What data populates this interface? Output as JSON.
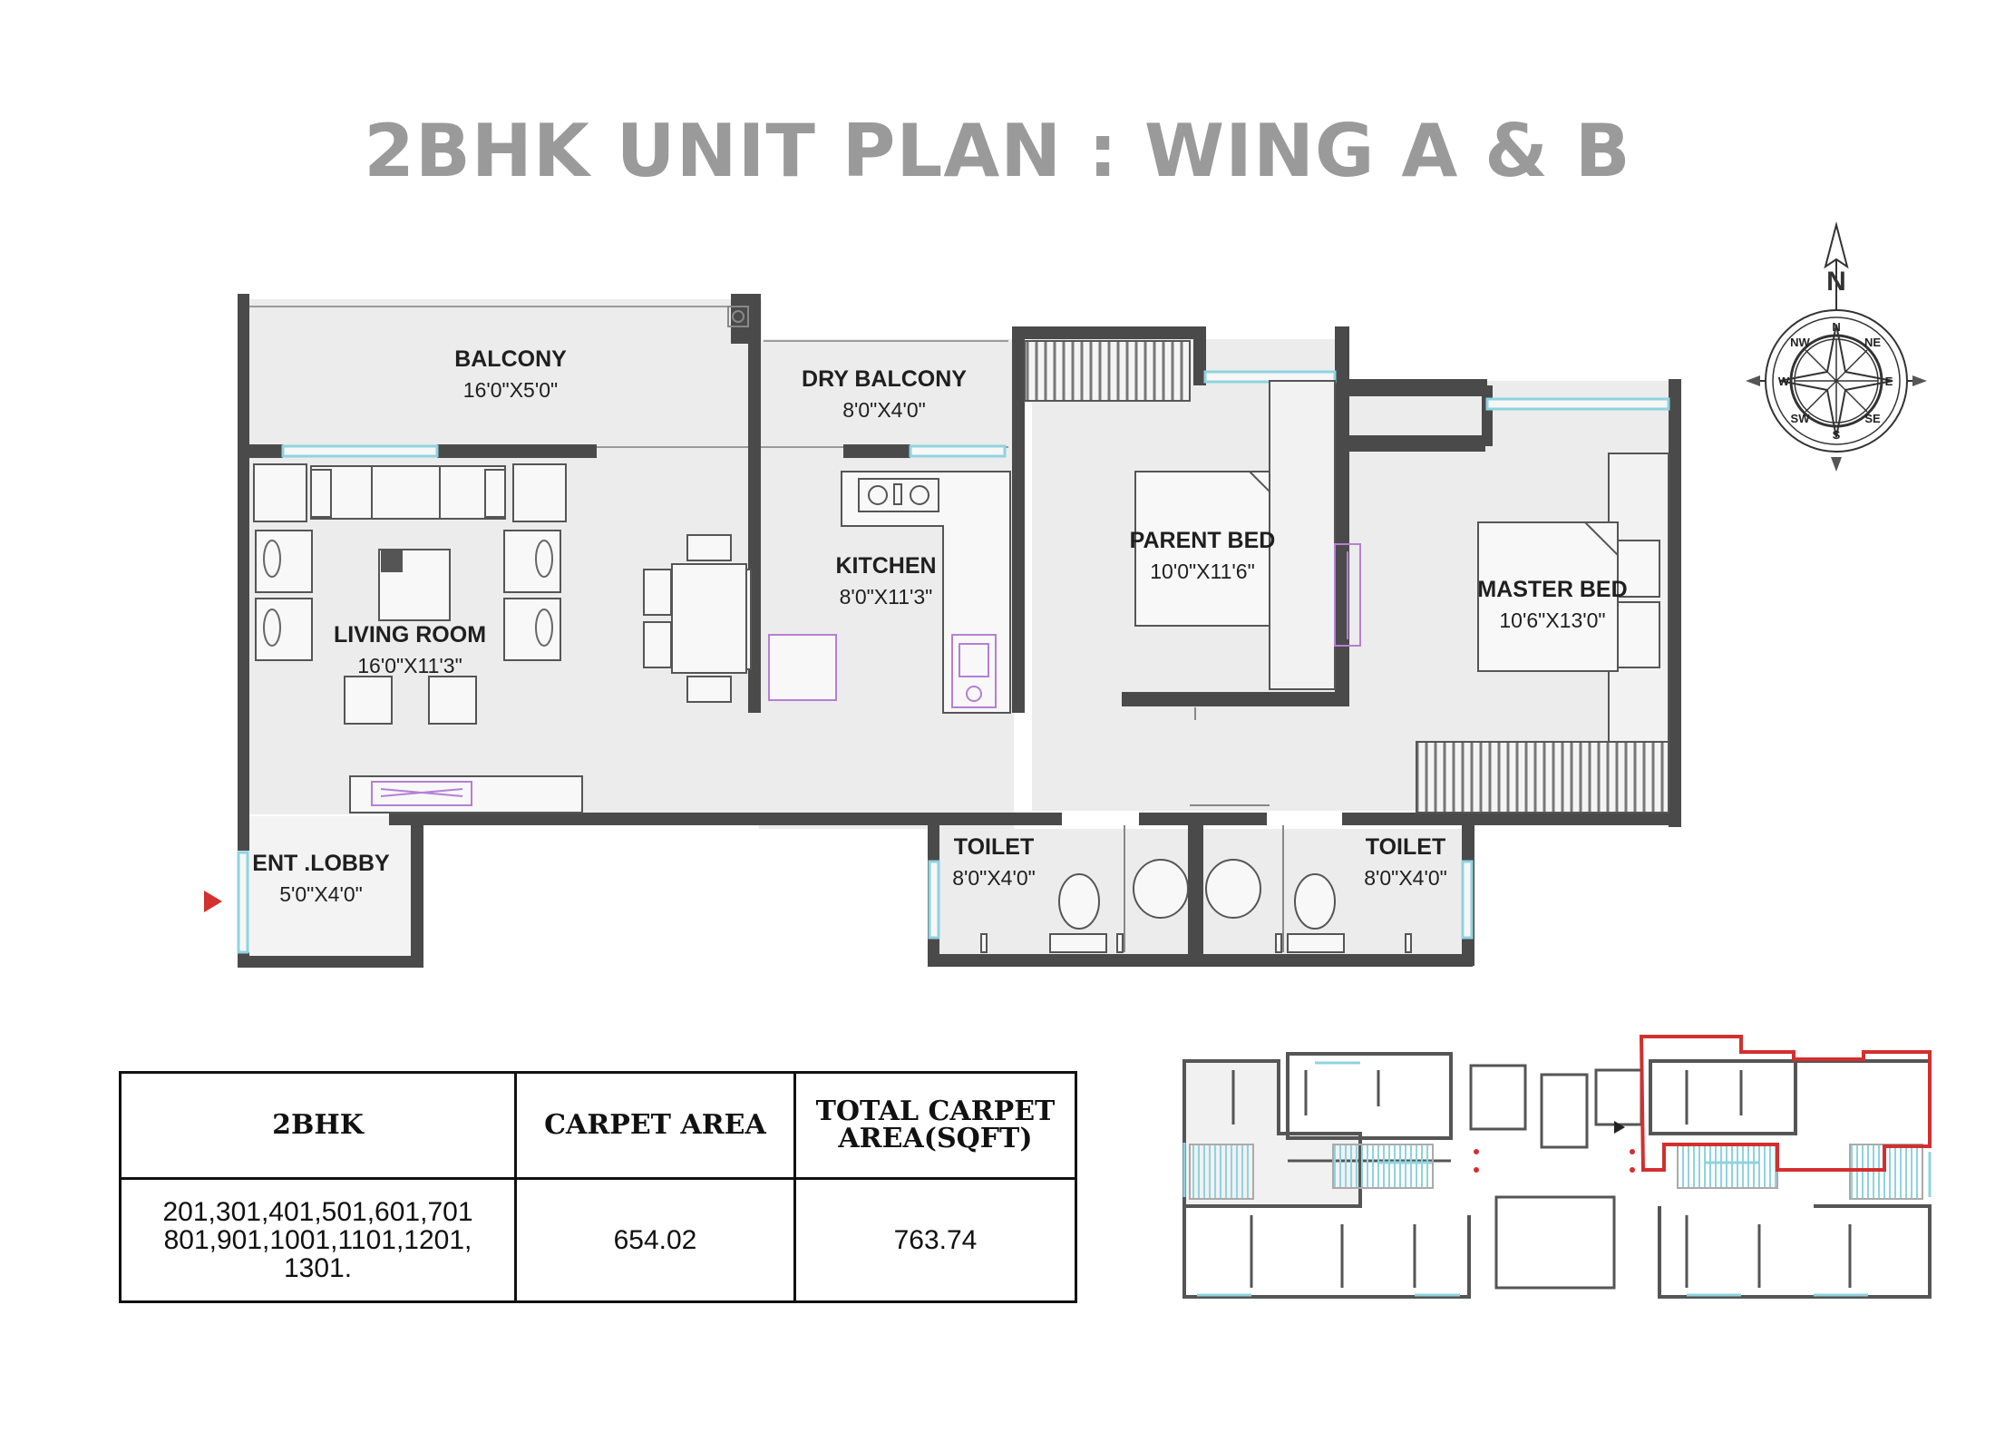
{
  "title": "2BHK UNIT PLAN : WING A & B",
  "compass": {
    "north": "N",
    "directions": [
      "N",
      "NE",
      "E",
      "SE",
      "S",
      "SW",
      "W",
      "NW"
    ]
  },
  "rooms": [
    {
      "id": "balcony",
      "name": "BALCONY",
      "size": "16'0\"X5'0\""
    },
    {
      "id": "dry-balcony",
      "name": "DRY BALCONY",
      "size": "8'0\"X4'0\""
    },
    {
      "id": "kitchen",
      "name": "KITCHEN",
      "size": "8'0\"X11'3\""
    },
    {
      "id": "living-room",
      "name": "LIVING ROOM",
      "size": "16'0\"X11'3\""
    },
    {
      "id": "parent-bed",
      "name": "PARENT BED",
      "size": "10'0\"X11'6\""
    },
    {
      "id": "master-bed",
      "name": "MASTER BED",
      "size": "10'6\"X13'0\""
    },
    {
      "id": "ent-lobby",
      "name": "ENT .LOBBY",
      "size": "5'0\"X4'0\""
    },
    {
      "id": "toilet-1",
      "name": "TOILET",
      "size": "8'0\"X4'0\""
    },
    {
      "id": "toilet-2",
      "name": "TOILET",
      "size": "8'0\"X4'0\""
    }
  ],
  "colors": {
    "title": "#9a9a9a",
    "wall": "#4a4a4a",
    "floor": "#ededed",
    "window": "#a8dde6",
    "furniture_accent": "#b57fd6",
    "entry_marker": "#d32f2f",
    "key_plan_highlight": "#d32f2f"
  },
  "table": {
    "headers": [
      "2BHK",
      "CARPET AREA",
      "TOTAL CARPET\nAREA(SQFT)"
    ],
    "rows": [
      {
        "units": "201,301,401,501,601,701\n801,901,1001,1101,1201,\n1301.",
        "carpet_area": "654.02",
        "total_carpet_area": "763.74"
      }
    ]
  }
}
